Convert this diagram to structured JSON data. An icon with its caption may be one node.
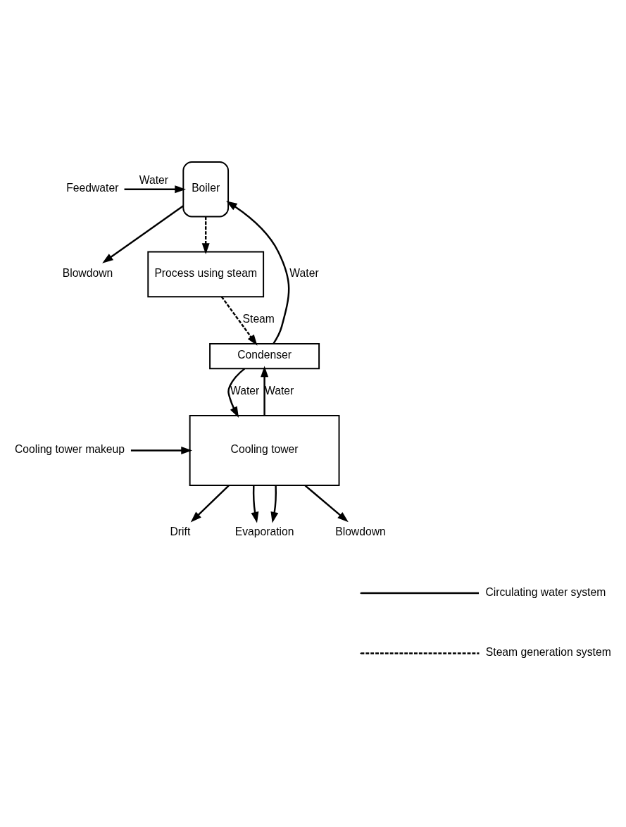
{
  "diagram": {
    "nodes": [
      {
        "text": [
          "Feedwater"
        ]
      },
      {
        "text": [
          "Boiler"
        ]
      },
      {
        "text": [
          "Blowdown"
        ]
      },
      {
        "text": [
          "Process using steam"
        ]
      },
      {
        "text": [
          "Condenser"
        ]
      },
      {
        "text": [
          "Cooling tower"
        ]
      },
      {
        "text": [
          "Drift"
        ]
      },
      {
        "text": [
          "Evaporation"
        ]
      },
      {
        "text": [
          "Cooling tower makeup"
        ]
      },
      {
        "text": [
          "Blowdown"
        ]
      }
    ],
    "edges": [
      {
        "from": 0,
        "to": 1,
        "arrow": "to",
        "label": "Water"
      },
      {
        "from": 1,
        "to": 2,
        "arrow": "to"
      },
      {
        "from": 1,
        "to": 3,
        "arrow": "to",
        "style": "dashed"
      },
      {
        "from": 3,
        "to": 4,
        "arrow": "to",
        "style": "dashed",
        "label": "Steam"
      },
      {
        "from": 4,
        "to": 1,
        "arrow": "to",
        "label": "Water"
      },
      {
        "from": 4,
        "to": 5,
        "arrow": "to",
        "label": "Water"
      },
      {
        "from": 5,
        "to": 4,
        "arrow": "to",
        "label": "Water"
      },
      {
        "from": 5,
        "to": 6,
        "arrow": "to"
      },
      {
        "from": 5,
        "to": 7,
        "arrow": "to"
      },
      {
        "from": 5,
        "to": 7,
        "arrow": "to"
      },
      {
        "from": 8,
        "to": 5,
        "arrow": "to"
      },
      {
        "from": 5,
        "to": 9,
        "arrow": "to"
      }
    ],
    "legend": [
      {
        "text": "Circulating water system"
      },
      {
        "text": "Steam generation system"
      }
    ]
  }
}
